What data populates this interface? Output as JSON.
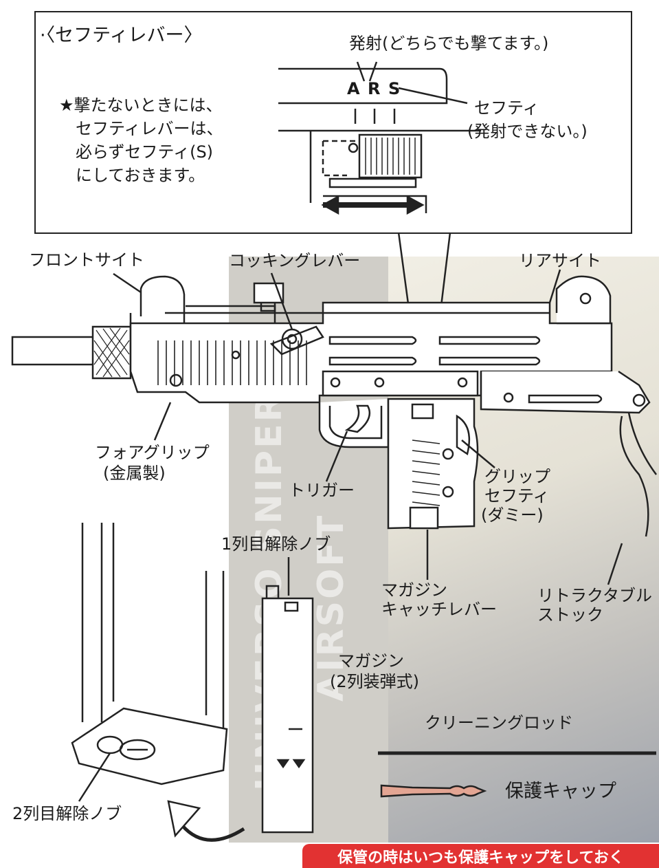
{
  "safety_inset": {
    "title": "·〈セフティレバー〉",
    "fire_note": "発射(どちらでも撃てます。)",
    "letters": [
      "A",
      "R",
      "S"
    ],
    "safety_label": "セフティ",
    "safety_note": "(発射できない。)",
    "tip_lines": [
      "★撃たないときには、",
      "セフティレバーは、",
      "必らずセフティ(S)",
      "にしておきます。"
    ]
  },
  "parts": {
    "front_sight": "フロントサイト",
    "cocking_lever": "コッキングレバー",
    "rear_sight": "リアサイト",
    "fore_grip": "フォアグリップ",
    "fore_grip_note": "(金属製)",
    "trigger": "トリガー",
    "grip_safety_lines": [
      "グリップ",
      "セフティ",
      "(ダミー)"
    ],
    "first_release": "1列目解除ノブ",
    "magazine_catch_lines": [
      "マガジン",
      "キャッチレバー"
    ],
    "stock_lines": [
      "リトラクタブル",
      "ストック"
    ],
    "magazine_lines": [
      "マガジン",
      "(2列装弾式)"
    ],
    "cleaning_rod": "クリーニングロッド",
    "second_release": "2列目解除ノブ",
    "protect_cap": "保護キャップ"
  },
  "watermark": [
    "UNIVERSO SNIPER",
    "AIRSOFT"
  ],
  "banner": "保管の時はいつも保護キャップをしておく",
  "colors": {
    "overlay_strip": "#c9c5b2",
    "banner": "#e23232",
    "line": "#222222"
  }
}
